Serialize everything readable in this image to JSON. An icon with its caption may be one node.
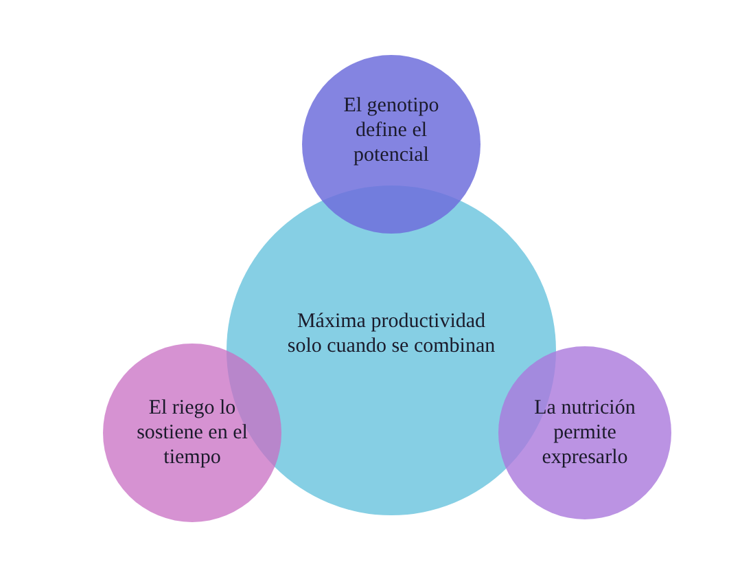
{
  "diagram": {
    "nodes": [
      {
        "text": [
          "El genotipo define el potencial"
        ]
      },
      {
        "text": [
          "Máxima productividad solo cuando se combinan"
        ]
      },
      {
        "text": [
          "El riego lo sostiene en el tiempo"
        ]
      },
      {
        "text": [
          "La nutrición permite expresarlo"
        ]
      }
    ]
  }
}
